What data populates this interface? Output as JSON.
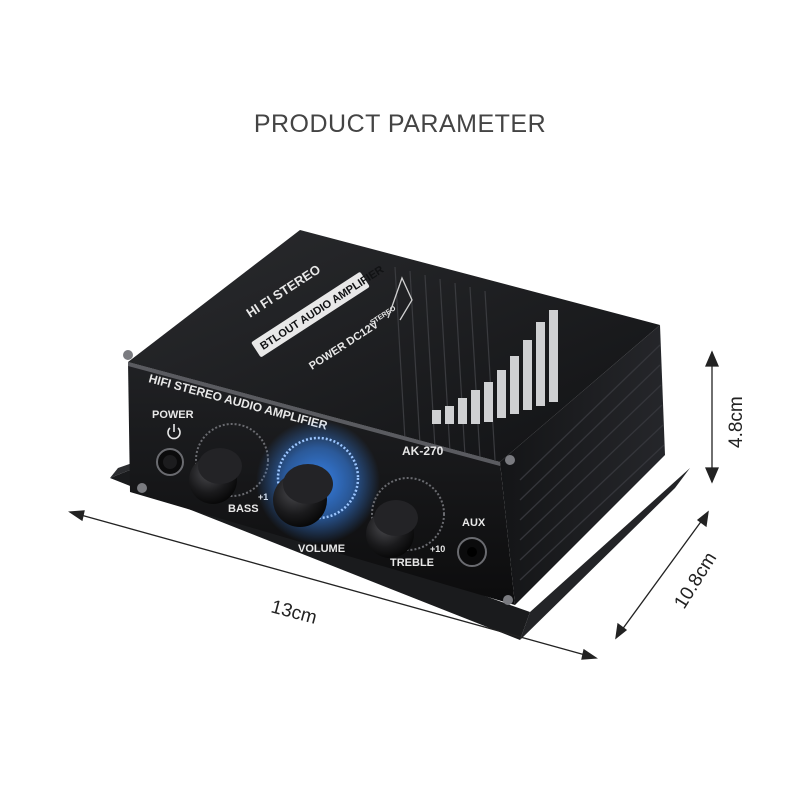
{
  "title": "PRODUCT PARAMETER",
  "dimensions": {
    "width": "13cm",
    "depth": "10.8cm",
    "height": "4.8cm"
  },
  "device": {
    "top_label_1": "HI FI STEREO",
    "top_label_2": "BTLOUT AUDIO AMPLIFIER",
    "top_label_3": "POWER DC12V",
    "top_label_4": "STEREO",
    "front_title": "HIFI STEREO AUDIO AMPLIFIER",
    "power_label": "POWER",
    "model": "AK-270",
    "bass_label": "BASS",
    "volume_label": "VOLUME",
    "treble_label": "TREBLE",
    "aux_label": "AUX",
    "scale_plus": "+10",
    "scale_partial": "+1"
  },
  "colors": {
    "body": "#1b1c1e",
    "accent_glow": "#3a8dff"
  }
}
